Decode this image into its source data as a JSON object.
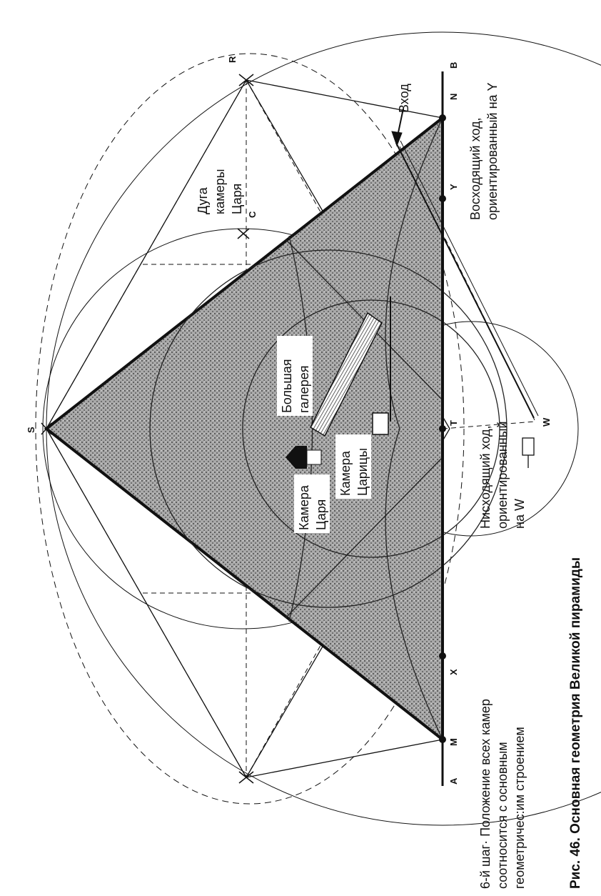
{
  "points": {
    "S": "S",
    "R": "R",
    "C": "C",
    "B": "B",
    "N": "N",
    "Y": "Y",
    "T": "T",
    "W": "W",
    "X": "X",
    "M": "M",
    "A": "A"
  },
  "labels": {
    "vkhod": "Вход",
    "voskhod_1": "Восходящий ход,",
    "voskhod_2": "ориентированный на Y",
    "duga_1": "Дуга",
    "duga_2": "камеры",
    "duga_3": "Царя",
    "gallery_1": "Большая",
    "gallery_2": "галерея",
    "queen_1": "Камера",
    "queen_2": "Царицы",
    "king_1": "Камера",
    "king_2": "Царя",
    "nishod_1": "Нисходящий ход,",
    "nishod_2": "ориентированный",
    "nishod_3": "на W"
  },
  "captions": {
    "step_1": "6-й шаг· Положение всех камер",
    "step_2": "соотносится с основным",
    "step_3": "геометричес:им строением",
    "figure": "Рис. 46. Основная геометрия Великой пирамиды"
  },
  "colors": {
    "ink": "#111111",
    "pyramid_fill": "#9a9a9a",
    "paper": "#ffffff"
  }
}
